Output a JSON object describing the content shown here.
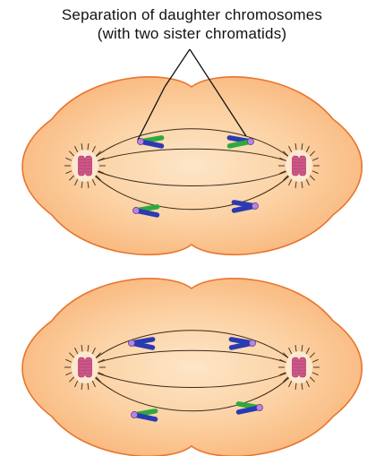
{
  "caption": {
    "line1": "Separation of daughter chromosomes",
    "line2": "(with two sister chromatids)"
  },
  "colors": {
    "cell_fill": "#fbc48f",
    "cell_center": "#fde0bc",
    "cell_outline": "#e8742e",
    "spindle": "#3a2a1a",
    "centriole": "#d2548a",
    "chromatid_green": "#2eaa3c",
    "chromatid_blue": "#2a3ab4",
    "centromere": "#b784e0",
    "pointer_line": "#111111"
  },
  "cells": [
    {
      "name": "upper-cell",
      "chromosomes": [
        {
          "name": "upper-left-top",
          "colors": [
            "green",
            "blue"
          ]
        },
        {
          "name": "upper-right-top",
          "colors": [
            "blue",
            "green"
          ]
        },
        {
          "name": "upper-left-bottom",
          "colors": [
            "green",
            "blue"
          ]
        },
        {
          "name": "upper-right-bottom",
          "colors": [
            "blue",
            "blue"
          ]
        }
      ]
    },
    {
      "name": "lower-cell",
      "chromosomes": [
        {
          "name": "lower-left-top",
          "colors": [
            "blue",
            "blue"
          ]
        },
        {
          "name": "lower-right-top",
          "colors": [
            "blue",
            "blue"
          ]
        },
        {
          "name": "lower-left-bottom",
          "colors": [
            "green",
            "blue"
          ]
        },
        {
          "name": "lower-right-bottom",
          "colors": [
            "green",
            "blue"
          ]
        }
      ]
    }
  ]
}
